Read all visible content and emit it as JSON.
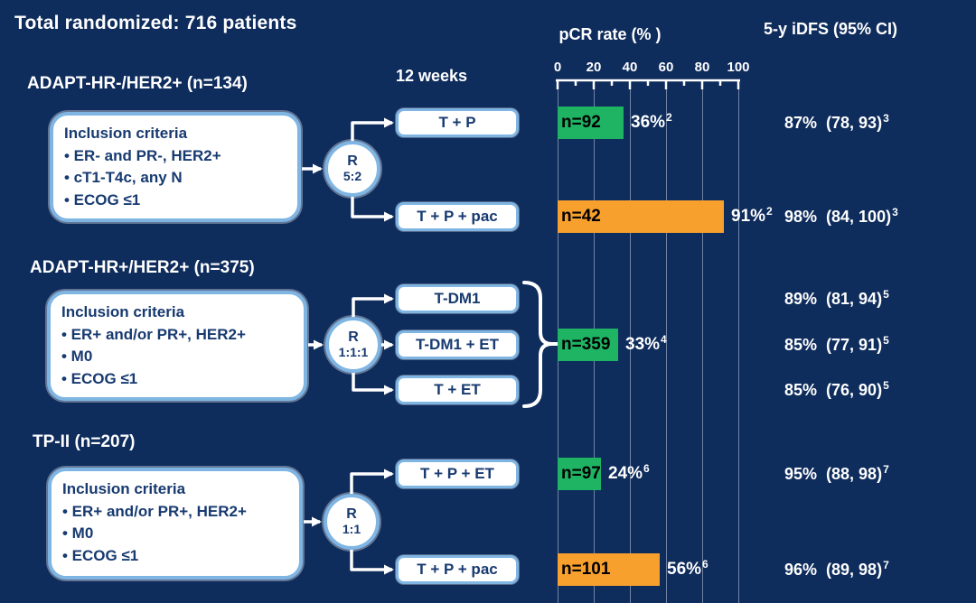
{
  "title": "Total randomized: 716 patients",
  "columns": {
    "weeks_label": "12 weeks",
    "pcr_header": "pCR rate (% )",
    "idfs_header": "5-y iDFS (95% CI)"
  },
  "axis": {
    "ticks": [
      "0",
      "20",
      "40",
      "60",
      "80",
      "100"
    ]
  },
  "colors": {
    "background": "#0e2c5c",
    "bar_green": "#1eb463",
    "bar_orange": "#f7a02e",
    "box_border_blue": "#7fb5e3",
    "box_text_navy": "#173a70",
    "gridline": "#c3cdde"
  },
  "studies": [
    {
      "header": "ADAPT-HR-/HER2+ (n=134)",
      "inclusion": {
        "title": "Inclusion criteria",
        "bullets": [
          "• ER- and PR-, HER2+",
          "• cT1-T4c, any N",
          "• ECOG ≤1"
        ]
      },
      "randomization": {
        "label": "R",
        "ratio": "5:2"
      },
      "arms": [
        {
          "label": "T + P",
          "idfs_value": "87%",
          "idfs_ci": "(78, 93)",
          "idfs_sup": "3"
        },
        {
          "label": "T + P + pac",
          "idfs_value": "98%",
          "idfs_ci": "(84, 100)",
          "idfs_sup": "3"
        }
      ],
      "bars": [
        {
          "n_label": "n=92",
          "pct": 36,
          "pct_label": "36%",
          "sup": "2",
          "color": "green"
        },
        {
          "n_label": "n=42",
          "pct": 91,
          "pct_label": "91%",
          "sup": "2",
          "color": "orange"
        }
      ]
    },
    {
      "header": "ADAPT-HR+/HER2+ (n=375)",
      "inclusion": {
        "title": "Inclusion criteria",
        "bullets": [
          "• ER+ and/or PR+, HER2+",
          "• M0",
          "• ECOG ≤1"
        ]
      },
      "randomization": {
        "label": "R",
        "ratio": "1:1:1"
      },
      "arms": [
        {
          "label": "T-DM1",
          "idfs_value": "89%",
          "idfs_ci": "(81, 94)",
          "idfs_sup": "5"
        },
        {
          "label": "T-DM1 + ET",
          "idfs_value": "85%",
          "idfs_ci": "(77, 91)",
          "idfs_sup": "5"
        },
        {
          "label": "T + ET",
          "idfs_value": "85%",
          "idfs_ci": "(76, 90)",
          "idfs_sup": "5"
        }
      ],
      "bars": [
        {
          "n_label": "n=359",
          "pct": 33,
          "pct_label": "33%",
          "sup": "4",
          "color": "green"
        }
      ]
    },
    {
      "header": "TP-II (n=207)",
      "inclusion": {
        "title": "Inclusion criteria",
        "bullets": [
          "• ER+ and/or PR+, HER2+",
          "• M0",
          "• ECOG ≤1"
        ]
      },
      "randomization": {
        "label": "R",
        "ratio": "1:1"
      },
      "arms": [
        {
          "label": "T + P + ET",
          "idfs_value": "95%",
          "idfs_ci": "(88, 98)",
          "idfs_sup": "7"
        },
        {
          "label": "T + P + pac",
          "idfs_value": "96%",
          "idfs_ci": "(89, 98)",
          "idfs_sup": "7"
        }
      ],
      "bars": [
        {
          "n_label": "n=97",
          "pct": 24,
          "pct_label": "24%",
          "sup": "6",
          "color": "green"
        },
        {
          "n_label": "n=101",
          "pct": 56,
          "pct_label": "56%",
          "sup": "6",
          "color": "orange"
        }
      ]
    }
  ],
  "chart_data": {
    "type": "bar",
    "orientation": "horizontal",
    "title": "pCR rate (%)",
    "xlim": [
      0,
      100
    ],
    "x_ticks": [
      0,
      20,
      40,
      60,
      80,
      100
    ],
    "grid": true,
    "bars": [
      {
        "group": "ADAPT-HR-/HER2+ (n=134)",
        "arm": "T + P",
        "n": 92,
        "pcr_pct": 36,
        "color": "#1eb463",
        "idfs_5y": "87% (78, 93)"
      },
      {
        "group": "ADAPT-HR-/HER2+ (n=134)",
        "arm": "T + P + pac",
        "n": 42,
        "pcr_pct": 91,
        "color": "#f7a02e",
        "idfs_5y": "98% (84, 100)"
      },
      {
        "group": "ADAPT-HR+/HER2+ (n=375)",
        "arm": "T-DM1 / T-DM1 + ET / T + ET (pooled)",
        "n": 359,
        "pcr_pct": 33,
        "color": "#1eb463",
        "idfs_5y": "89% (81, 94) / 85% (77, 91) / 85% (76, 90)"
      },
      {
        "group": "TP-II (n=207)",
        "arm": "T + P + ET",
        "n": 97,
        "pcr_pct": 24,
        "color": "#1eb463",
        "idfs_5y": "95% (88, 98)"
      },
      {
        "group": "TP-II (n=207)",
        "arm": "T + P + pac",
        "n": 101,
        "pcr_pct": 56,
        "color": "#f7a02e",
        "idfs_5y": "96% (89, 98)"
      }
    ]
  }
}
